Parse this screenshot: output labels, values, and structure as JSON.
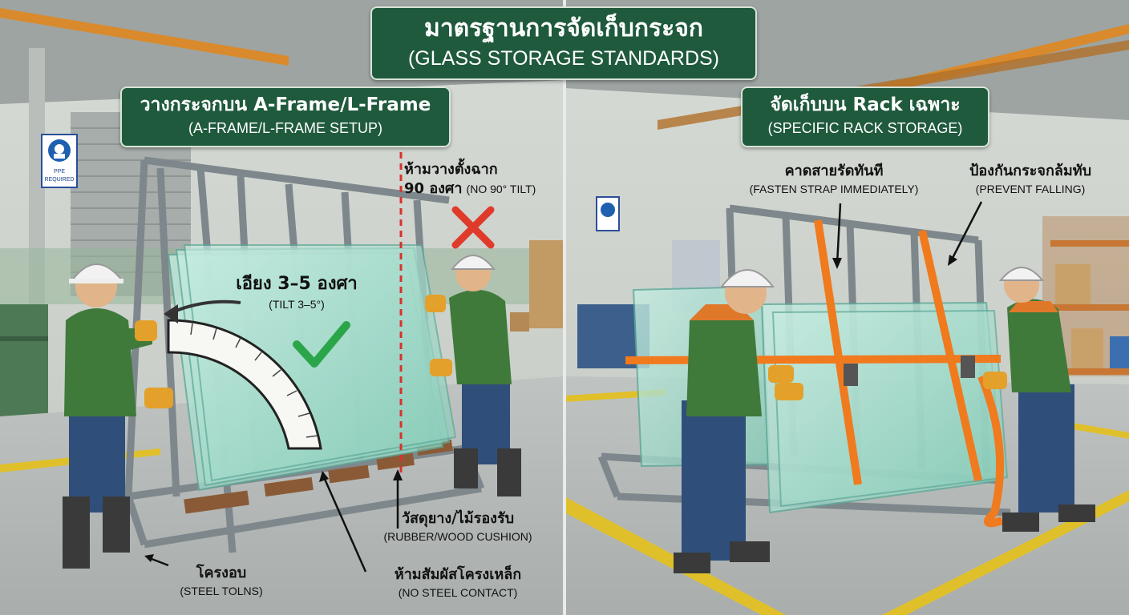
{
  "title": {
    "thai": "มาตรฐานการจัดเก็บกระจก",
    "english": "(GLASS STORAGE STANDARDS)"
  },
  "left_panel": {
    "heading": {
      "thai": "วางกระจกบน A-Frame/L-Frame",
      "english": "(A-FRAME/L-FRAME SETUP)"
    },
    "tilt_label": {
      "thai": "เอียง 3–5 องศา",
      "english": "(TILT 3–5°)"
    },
    "no_vertical": {
      "thai": "ห้ามวางตั้งฉาก",
      "thai_2": "90 องศา",
      "english": "(NO 90° TILT)"
    },
    "cushion": {
      "thai": "วัสดุยาง/ไม้รองรับ",
      "english": "(RUBBER/WOOD CUSHION)"
    },
    "frame": {
      "thai": "โครงอบ",
      "english": "(STEEL TOLNS)"
    },
    "no_steel": {
      "thai": "ห้ามสัมผัสโครงเหล็ก",
      "english": "(NO STEEL CONTACT)"
    },
    "ppe_sign": {
      "line1": "PPE",
      "line2": "REQUIRED"
    }
  },
  "right_panel": {
    "heading": {
      "thai": "จัดเก็บบน Rack เฉพาะ",
      "english": "(SPECIFIC RACK STORAGE)"
    },
    "strap": {
      "thai": "คาดสายรัดทันที",
      "english": "(FASTEN STRAP IMMEDIATELY)"
    },
    "prevent": {
      "thai": "ป้องกันกระจกล้มทับ",
      "english": "(PREVENT FALLING)"
    }
  },
  "colors": {
    "banner": "#1f5a3c",
    "strap": "#f07a1e",
    "glass": "#9fd8c8",
    "frame": "#8c9499",
    "check": "#2aa54a",
    "cross": "#e03a2a",
    "worker_shirt": "#3f7a3a"
  }
}
